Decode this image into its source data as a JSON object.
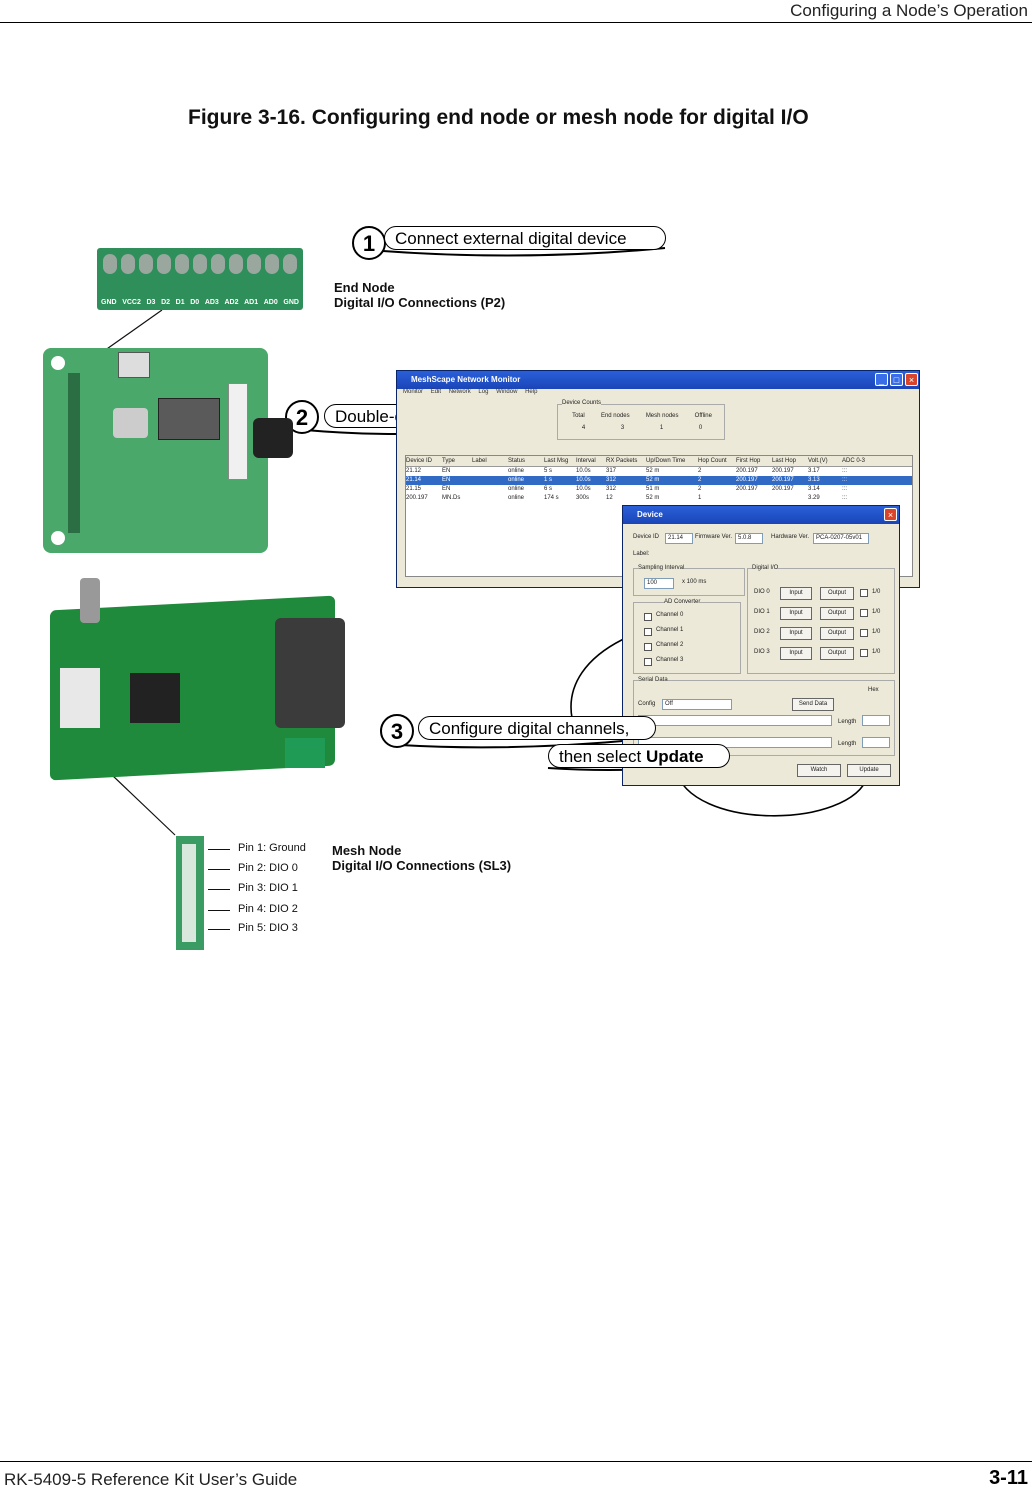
{
  "header": {
    "running_head": "Configuring a Node’s Operation"
  },
  "figure": {
    "title": "Figure 3-16. Configuring end node or mesh node for digital I/O"
  },
  "callouts": {
    "c1": {
      "num": "1",
      "text": "Connect external digital device"
    },
    "c2": {
      "num": "2",
      "text": "Double-click on device"
    },
    "c3": {
      "num": "3",
      "line1": "Configure digital channels,",
      "line2_prefix": "then select ",
      "line2_bold": "Update"
    }
  },
  "end_node": {
    "label_line1": "End Node",
    "label_line2": "Digital I/O Connections (P2)",
    "pins": [
      "GND",
      "VCC2",
      "D3",
      "D2",
      "D1",
      "D0",
      "AD3",
      "AD2",
      "AD1",
      "AD0",
      "GND"
    ]
  },
  "mesh_node": {
    "label_line1": "Mesh Node",
    "label_line2": "Digital I/O Connections (SL3)",
    "pins": [
      "Pin 1: Ground",
      "Pin 2: DIO 0",
      "Pin 3: DIO 1",
      "Pin 4: DIO 2",
      "Pin 5: DIO 3"
    ]
  },
  "monitor": {
    "title": "MeshScape Network Monitor",
    "menu": [
      "Monitor",
      "Edit",
      "Network",
      "Log",
      "Window",
      "Help"
    ],
    "device_counts": {
      "label": "Device Counts",
      "cols": [
        "Total",
        "End nodes",
        "Mesh nodes",
        "Offline"
      ],
      "values": [
        "4",
        "3",
        "1",
        "0"
      ]
    },
    "columns": [
      "Device ID",
      "Type",
      "Label",
      "Status",
      "Last Msg",
      "Interval",
      "RX Packets",
      "Up/Down Time",
      "Hop Count",
      "First Hop",
      "Last Hop",
      "Volt.(V)",
      "ADC 0-3"
    ],
    "rows": [
      [
        "21.12",
        "EN",
        "",
        "online",
        "5 s",
        "10.0s",
        "317",
        "52 m",
        "2",
        "200.197",
        "200.197",
        "3.17",
        ":::"
      ],
      [
        "21.14",
        "EN",
        "",
        "online",
        "1 s",
        "10.0s",
        "312",
        "52 m",
        "2",
        "200.197",
        "200.197",
        "3.13",
        ":::"
      ],
      [
        "21.15",
        "EN",
        "",
        "online",
        "6 s",
        "10.0s",
        "312",
        "51 m",
        "2",
        "200.197",
        "200.197",
        "3.14",
        ":::"
      ],
      [
        "200.197",
        "MN.Ds",
        "",
        "online",
        "174 s",
        "300s",
        "12",
        "52 m",
        "1",
        "",
        "",
        "3.29",
        ":::"
      ]
    ]
  },
  "device_dialog": {
    "title": "Device",
    "device_id_label": "Device ID",
    "device_id": "21.14",
    "firmware_label": "Firmware Ver.",
    "firmware": "5.0.8",
    "hardware_label": "Hardware Ver.",
    "hardware": "PCA-0207-05v01",
    "label_label": "Label:",
    "sampling_label": "Sampling Interval",
    "sampling_value": "100",
    "sampling_unit": "x 100 ms",
    "ad_label": "AD Converter",
    "channels": [
      "Channel 0",
      "Channel 1",
      "Channel 2",
      "Channel 3"
    ],
    "dio_label": "Digital I/O",
    "dio": [
      "DIO 0",
      "DIO 1",
      "DIO 2",
      "DIO 3"
    ],
    "input_label": "Input",
    "output_label": "Output",
    "io_label": "1/0",
    "serial_label": "Serial Data",
    "config_label": "Config",
    "config_value": "Off",
    "send_data": "Send Data",
    "hex_label": "Hex",
    "length_label": "Length",
    "watch": "Watch",
    "update": "Update"
  },
  "footer": {
    "left": "RK-5409-5 Reference Kit User’s Guide",
    "right": "3-11"
  }
}
